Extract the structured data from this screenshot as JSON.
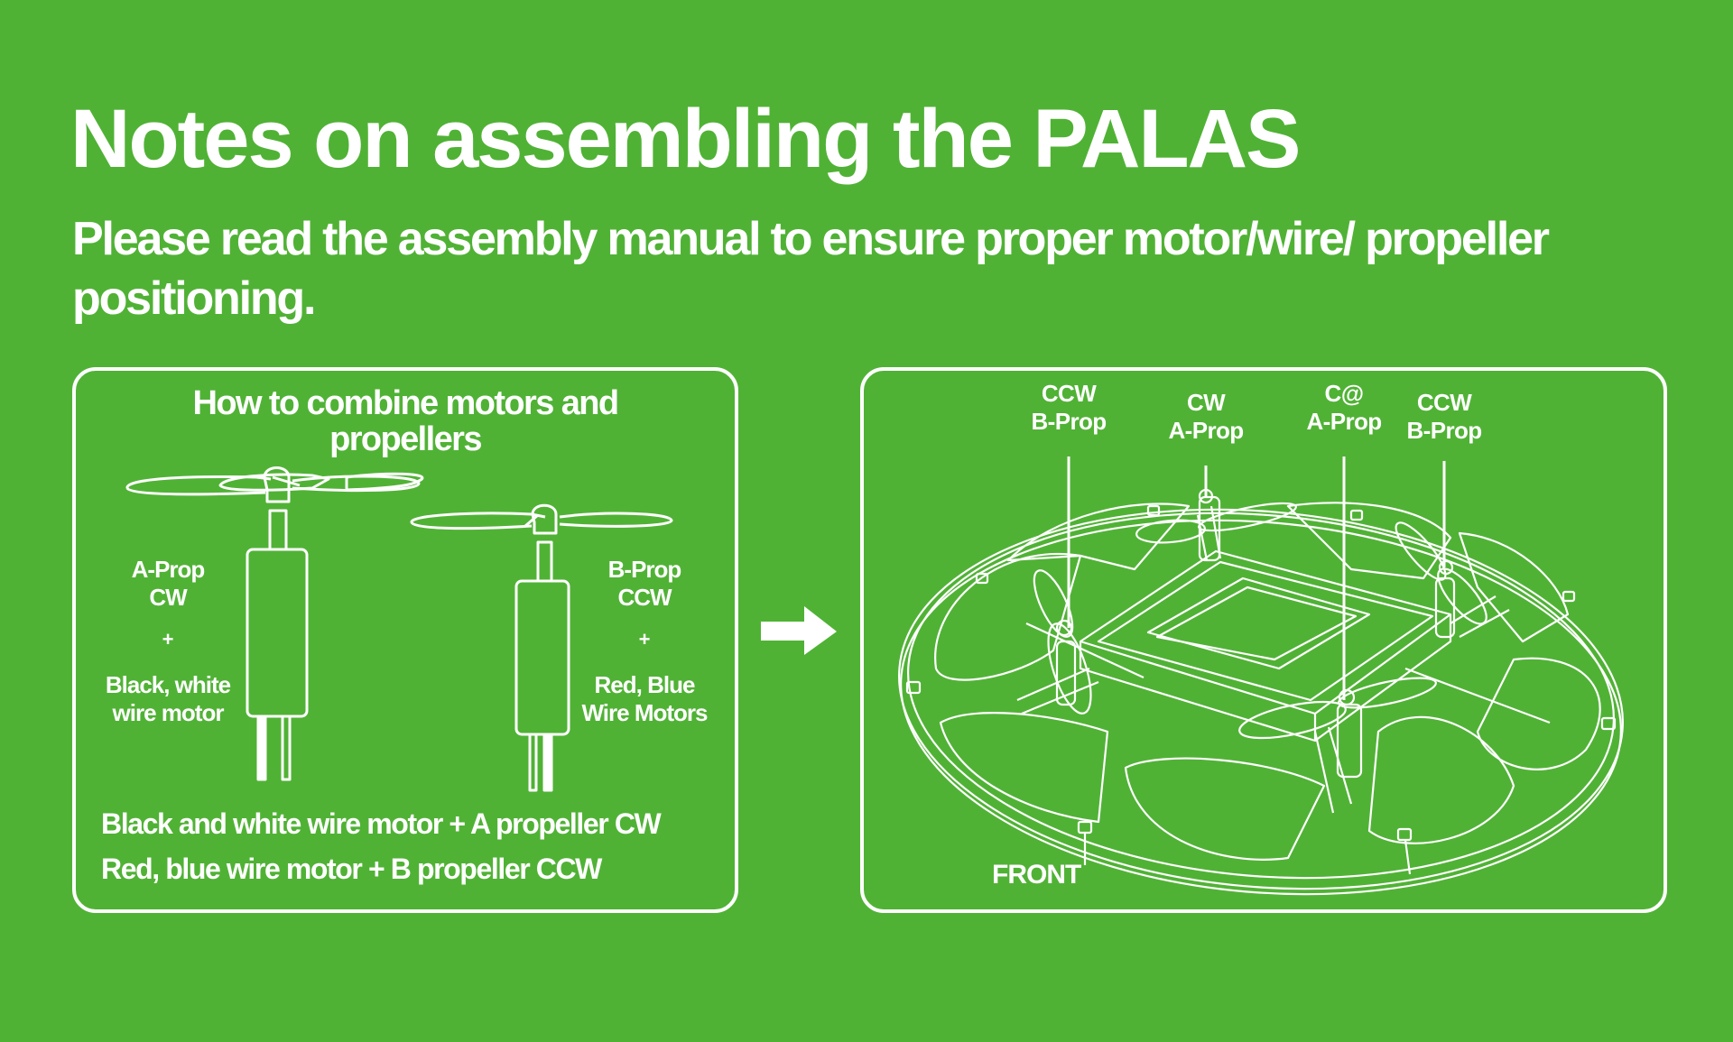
{
  "header": {
    "title": "Notes on assembling the PALAS",
    "subtitle": "Please read the assembly manual to ensure proper motor/wire/ propeller positioning."
  },
  "theme": {
    "background": "#50b235",
    "foreground": "#ffffff"
  },
  "combine_panel": {
    "heading_line1": "How to combine motors and",
    "heading_line2": "propellers",
    "motor_a": {
      "prop_label": "A-Prop",
      "direction": "CW",
      "plus": "+",
      "wire_line1": "Black, white",
      "wire_line2": "wire motor"
    },
    "motor_b": {
      "prop_label": "B-Prop",
      "direction": "CCW",
      "plus": "+",
      "wire_line1": "Red, Blue",
      "wire_line2": "Wire Motors"
    },
    "rules": [
      "Black and white wire motor + A propeller CW",
      "Red, blue wire motor + B propeller CCW"
    ]
  },
  "arrow": {
    "icon": "right-arrow-icon"
  },
  "drone_panel": {
    "callouts": [
      {
        "direction": "CCW",
        "prop": "B-Prop"
      },
      {
        "direction": "CW",
        "prop": "A-Prop"
      },
      {
        "direction": "C@",
        "prop": "A-Prop"
      },
      {
        "direction": "CCW",
        "prop": "B-Prop"
      }
    ],
    "front_label": "FRONT"
  }
}
